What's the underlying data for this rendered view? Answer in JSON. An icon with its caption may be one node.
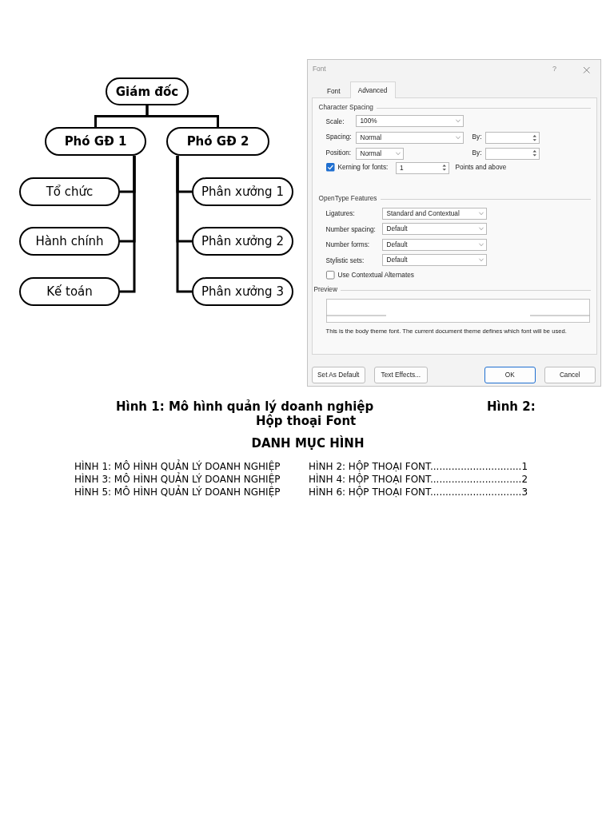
{
  "diagram": {
    "nodes": [
      {
        "text": [
          "Giám đốc"
        ]
      },
      {
        "text": [
          "Phó GĐ 1"
        ]
      },
      {
        "text": [
          "Phó GĐ 2"
        ]
      },
      {
        "text": [
          "Tổ chức"
        ]
      },
      {
        "text": [
          "Phân xưởng 1"
        ]
      },
      {
        "text": [
          "Hành chính"
        ]
      },
      {
        "text": [
          "Phân xưởng 2"
        ]
      },
      {
        "text": [
          "Kế toán"
        ]
      },
      {
        "text": [
          "Phân xưởng 3"
        ]
      }
    ],
    "edges": [
      {
        "from": 0,
        "to": 1,
        "arrow": "none"
      },
      {
        "from": 0,
        "to": 2,
        "arrow": "none"
      },
      {
        "from": 1,
        "to": 3,
        "arrow": "none"
      },
      {
        "from": 1,
        "to": 5,
        "arrow": "none"
      },
      {
        "from": 1,
        "to": 7,
        "arrow": "none"
      },
      {
        "from": 2,
        "to": 4,
        "arrow": "none"
      },
      {
        "from": 2,
        "to": 6,
        "arrow": "none"
      },
      {
        "from": 2,
        "to": 8,
        "arrow": "none"
      }
    ],
    "labels": [
      "Font",
      "?",
      "Font",
      "Advanced",
      "Character Spacing",
      "Scale:",
      "100%",
      "Spacing:",
      "Normal",
      "By:",
      "Position:",
      "Normal",
      "By:",
      "Kerning for fonts:",
      "1",
      "Points and above",
      "OpenType Features",
      "Ligatures:",
      "Standard and Contextual",
      "Number spacing:",
      "Default",
      "Number forms:",
      "Default",
      "Stylistic sets:",
      "Default",
      "Use Contextual Alternates",
      "Preview",
      "This is the body theme font. The current document theme defines which font will be used.",
      "Set As Default",
      "Text Effects...",
      "OK",
      "Cancel",
      "Hình 1: Mô hình quản lý doanh nghiệp",
      "Hình 2:",
      "Hộp thoại Font",
      "DANH MỤC HÌNH",
      "HÌNH 1: MÔ HÌNH QUẢN LÝ DOANH NGHIỆP",
      "HÌNH 2: HỘP THOẠI FONT..............................1",
      "HÌNH 3: MÔ HÌNH QUẢN LÝ DOANH NGHIỆP",
      "HÌNH 4: HỘP THOẠI FONT..............................2",
      "HÌNH 5: MÔ HÌNH QUẢN LÝ DOANH NGHIỆP",
      "HÌNH 6: HỘP THOẠI FONT..............................3"
    ]
  }
}
